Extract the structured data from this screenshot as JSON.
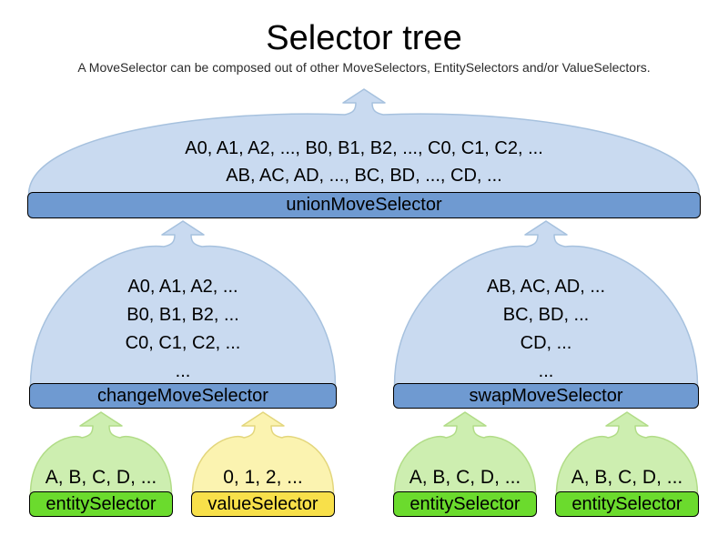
{
  "title": "Selector tree",
  "subtitle": "A MoveSelector can be composed out of other MoveSelectors, EntitySelectors and/or ValueSelectors.",
  "colors": {
    "blue_fill": "#c9daf0",
    "blue_stroke": "#a6c1de",
    "blue_bar": "#6f9ad1",
    "green_fill": "#cdeeb0",
    "green_stroke": "#b1dc87",
    "green_bar": "#6bdb2d",
    "yellow_fill": "#fbf3b0",
    "yellow_stroke": "#e3d67c",
    "yellow_bar": "#f8e04a",
    "bar_border": "#000000",
    "text": "#000000"
  },
  "nodes": [
    {
      "id": "unionMoveSelector",
      "label": "unionMoveSelector",
      "palette": "blue",
      "lines": [
        "A0, A1, A2, ..., B0, B1, B2, ..., C0, C1, C2, ...",
        "AB, AC, AD, ..., BC, BD, ..., CD, ..."
      ]
    },
    {
      "id": "changeMoveSelector",
      "label": "changeMoveSelector",
      "palette": "blue",
      "lines": [
        "A0, A1, A2, ...",
        "B0, B1, B2, ...",
        "C0, C1, C2, ...",
        "..."
      ]
    },
    {
      "id": "swapMoveSelector",
      "label": "swapMoveSelector",
      "palette": "blue",
      "lines": [
        "AB, AC, AD, ...",
        "BC, BD, ...",
        "CD, ...",
        "..."
      ]
    },
    {
      "id": "entitySelector1",
      "label": "entitySelector",
      "palette": "green",
      "lines": [
        "A, B, C, D, ..."
      ]
    },
    {
      "id": "valueSelector",
      "label": "valueSelector",
      "palette": "yellow",
      "lines": [
        "0, 1, 2, ..."
      ]
    },
    {
      "id": "entitySelector2",
      "label": "entitySelector",
      "palette": "green",
      "lines": [
        "A, B, C, D, ..."
      ]
    },
    {
      "id": "entitySelector3",
      "label": "entitySelector",
      "palette": "green",
      "lines": [
        "A, B, C, D, ..."
      ]
    }
  ]
}
